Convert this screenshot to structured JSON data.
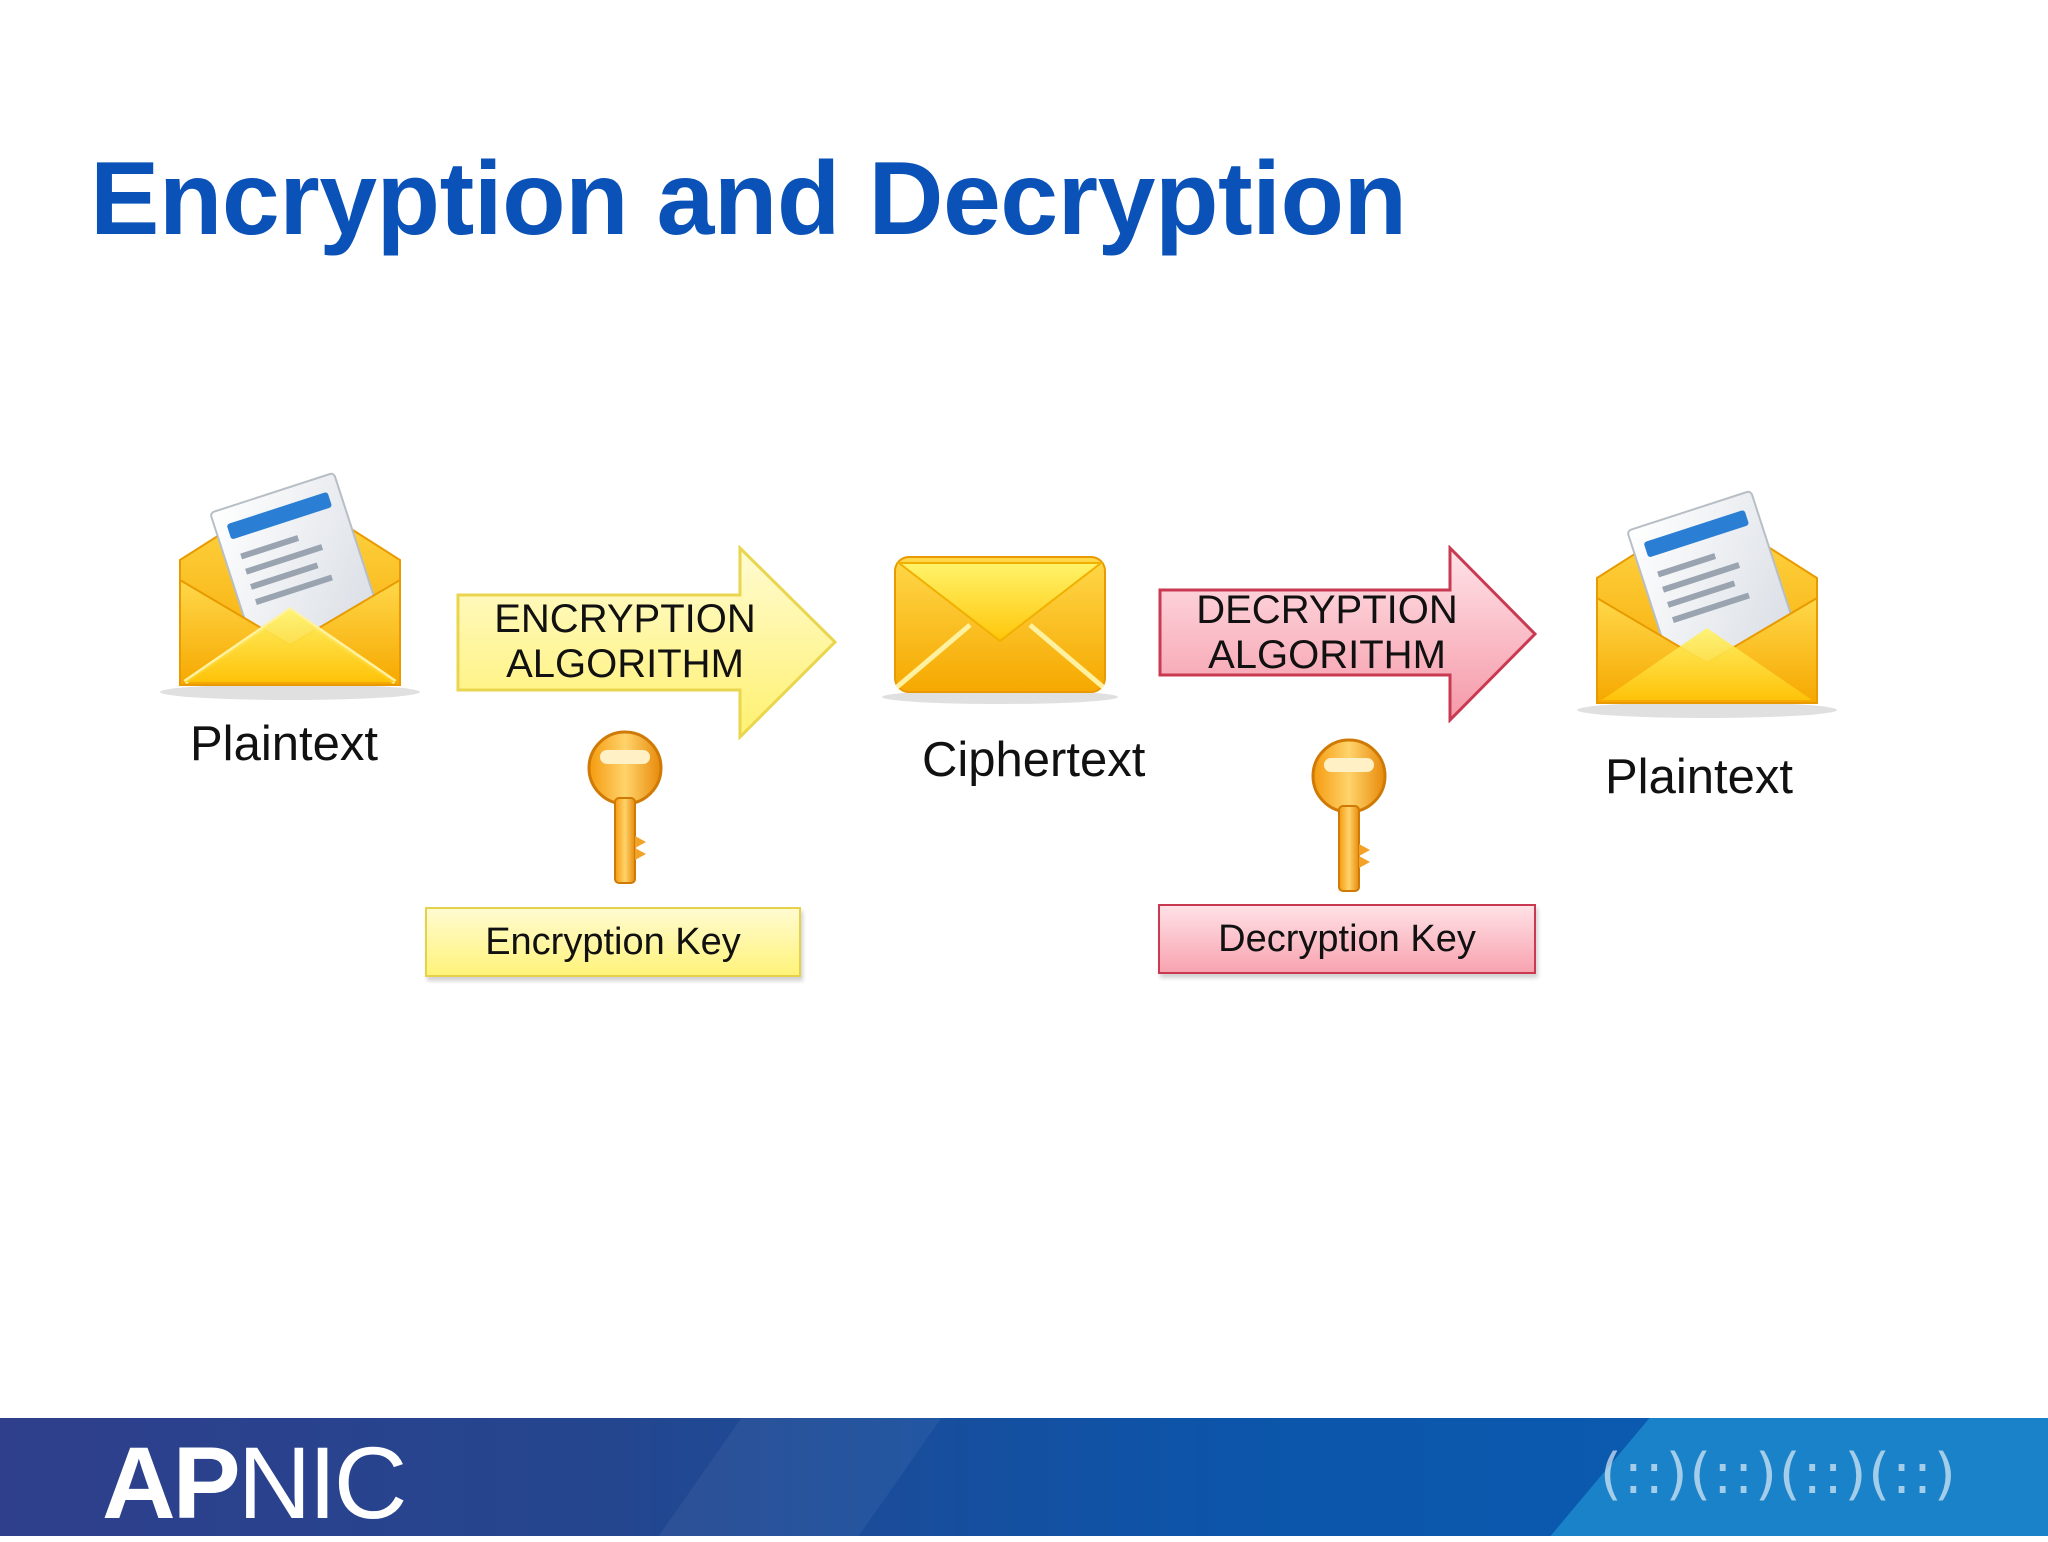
{
  "title": "Encryption and Decryption",
  "diagram": {
    "plaintext_left_label": "Plaintext",
    "ciphertext_label": "Ciphertext",
    "plaintext_right_label": "Plaintext",
    "encryption_arrow": {
      "line1": "ENCRYPTION",
      "line2": "ALGORITHM",
      "color": "#fff58a"
    },
    "decryption_arrow": {
      "line1": "DECRYPTION",
      "line2": "ALGORITHM",
      "color": "#f7a8b4"
    },
    "encryption_key_label": "Encryption Key",
    "decryption_key_label": "Decryption Key",
    "icons": [
      "open-envelope-icon",
      "closed-envelope-icon",
      "key-icon"
    ]
  },
  "footer": {
    "brand_ap": "AP",
    "brand_nic": "NIC",
    "mark_text": "(::)(::)(::)(::)"
  },
  "colors": {
    "title": "#0b52b8",
    "envelope": "#fcc21a",
    "key": "#f4a020",
    "footer": "#24468f"
  }
}
